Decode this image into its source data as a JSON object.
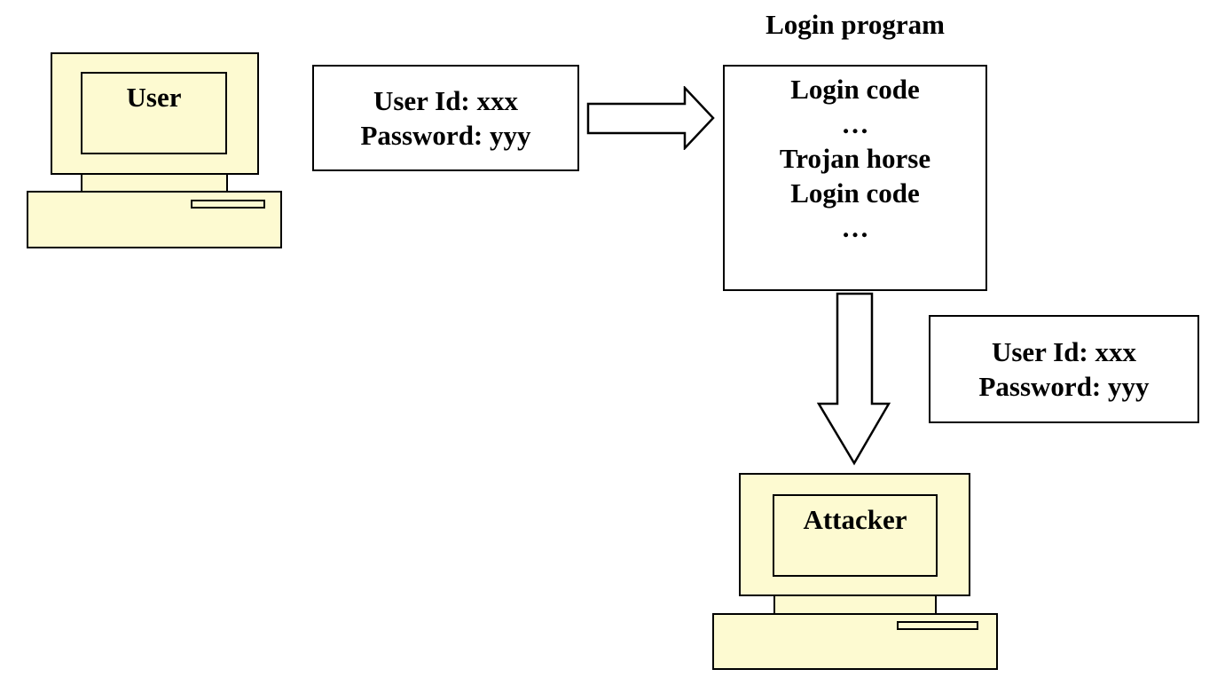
{
  "title": "Login program",
  "computers": {
    "user": {
      "label": "User"
    },
    "attacker": {
      "label": "Attacker"
    }
  },
  "boxes": {
    "credentials_top": {
      "lines": [
        "User Id: xxx",
        "Password: yyy"
      ]
    },
    "credentials_bottom": {
      "lines": [
        "User Id: xxx",
        "Password: yyy"
      ]
    },
    "login_program": {
      "lines": [
        "Login code",
        "…",
        "Trojan horse",
        "Login code",
        "…"
      ]
    }
  },
  "icons": {
    "arrow_right": "right-block-arrow",
    "arrow_down": "down-block-arrow"
  },
  "colors": {
    "computer_fill": "#FDFAD1",
    "box_fill": "#FFFFFF",
    "outline": "#000000",
    "background": "#FFFFFF"
  }
}
